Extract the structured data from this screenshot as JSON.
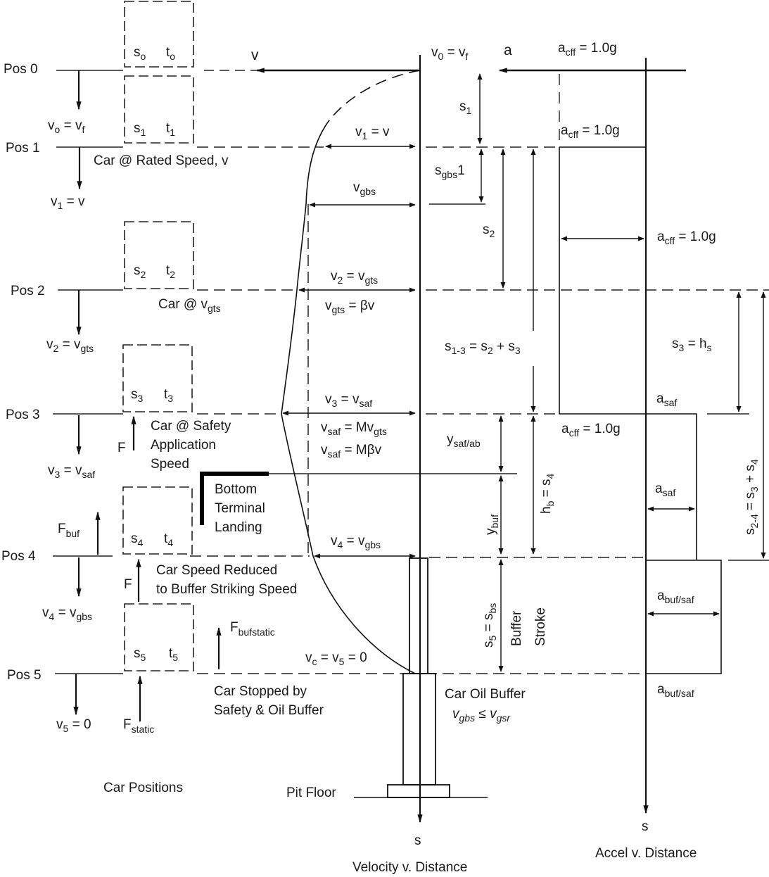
{
  "positions": [
    {
      "label": "Pos 0"
    },
    {
      "label": "Pos 1"
    },
    {
      "label": "Pos 2"
    },
    {
      "label": "Pos 3"
    },
    {
      "label": "Pos 4"
    },
    {
      "label": "Pos 5"
    }
  ],
  "car_boxes": [
    {
      "s": "s",
      "s_sub": "o",
      "t": "t",
      "t_sub": "o"
    },
    {
      "s": "s",
      "s_sub": "1",
      "t": "t",
      "t_sub": "1"
    },
    {
      "s": "s",
      "s_sub": "2",
      "t": "t",
      "t_sub": "2"
    },
    {
      "s": "s",
      "s_sub": "3",
      "t": "t",
      "t_sub": "3"
    },
    {
      "s": "s",
      "s_sub": "4",
      "t": "t",
      "t_sub": "4"
    },
    {
      "s": "s",
      "s_sub": "5",
      "t": "t",
      "t_sub": "5"
    }
  ],
  "left_velocities": [
    {
      "a": "v",
      "a_sub": "o",
      "mid": " = v",
      "b_sub": "f"
    },
    {
      "a": "v",
      "a_sub": "1",
      "mid": " = v",
      "b_sub": ""
    },
    {
      "a": "v",
      "a_sub": "2",
      "mid": " = v",
      "b_sub": "gts"
    },
    {
      "a": "v",
      "a_sub": "3",
      "mid": " = v",
      "b_sub": "saf"
    },
    {
      "a": "v",
      "a_sub": "4",
      "mid": " = v",
      "b_sub": "gbs"
    },
    {
      "a": "v",
      "a_sub": "5",
      "mid": " = 0",
      "b_sub": ""
    }
  ],
  "left_notes": {
    "rated_speed": "Car @ Rated Speed, v",
    "car_at": "Car @ v",
    "car_at_sub": "gts",
    "safety_app": [
      "Car @ Safety",
      "Application",
      "Speed"
    ],
    "bottom_terminal": [
      "Bottom",
      "Terminal",
      "Landing"
    ],
    "speed_reduced": [
      "Car Speed Reduced",
      "to Buffer Striking Speed"
    ],
    "stopped": [
      "Car Stopped by",
      "Safety & Oil Buffer"
    ],
    "car_positions": "Car Positions"
  },
  "forces": {
    "f": "F",
    "fbuf": "F",
    "fbuf_sub": "buf",
    "fbufstatic": "F",
    "fbufstatic_sub": "bufstatic",
    "fstatic": "F",
    "fstatic_sub": "static"
  },
  "velocity_plot": {
    "v_axis": "v",
    "a_axis": "a",
    "v0": {
      "a": "v",
      "a_sub": "0",
      "mid": " = v",
      "b_sub": "f"
    },
    "v1": {
      "a": "v",
      "a_sub": "1",
      "mid": " = v",
      "b_sub": ""
    },
    "vgbs": {
      "a": "v",
      "a_sub": "gbs"
    },
    "v2": {
      "a": "v",
      "a_sub": "2",
      "mid": " = v",
      "b_sub": "gts"
    },
    "vgts": {
      "a": "v",
      "a_sub": "gts",
      "mid": " = βv"
    },
    "v3": {
      "a": "v",
      "a_sub": "3",
      "mid": " = v",
      "b_sub": "saf"
    },
    "vsaf1": {
      "a": "v",
      "a_sub": "saf",
      "mid": " = Mv",
      "b_sub": "gts"
    },
    "vsaf2": {
      "a": "v",
      "a_sub": "saf",
      "mid": " = Mβv"
    },
    "v4": {
      "a": "v",
      "a_sub": "4",
      "mid": " = v",
      "b_sub": "gbs"
    },
    "vc": {
      "a": "v",
      "a_sub": "c",
      "mid": " = v",
      "b_sub": "5",
      "tail": " = 0"
    },
    "s_axis": "s",
    "title": "Velocity v. Distance",
    "pit_floor": "Pit Floor",
    "oil_buffer": "Car Oil Buffer",
    "vgbs_le_vgsr": {
      "a": "v",
      "a_sub": "gbs",
      "mid": " ≤ v",
      "b_sub": "gsr"
    },
    "buffer": "Buffer",
    "stroke": "Stroke"
  },
  "distances": {
    "s1": {
      "a": "s",
      "a_sub": "1"
    },
    "sgbs1": {
      "a": "s",
      "a_sub": "gbs",
      "tail": "1"
    },
    "s2": {
      "a": "s",
      "a_sub": "2"
    },
    "s13": {
      "a": "s",
      "a_sub": "1-3",
      "mid": " = s",
      "b_sub": "2",
      "tail": " + s",
      "c_sub": "3"
    },
    "ysafab": {
      "a": "y",
      "a_sub": "saf/ab"
    },
    "ybuf": {
      "a": "y",
      "a_sub": "buf"
    },
    "hb": {
      "a": "h",
      "a_sub": "b",
      "mid": " = s",
      "b_sub": "4"
    },
    "s5": {
      "a": "s",
      "a_sub": "5",
      "mid": " = s",
      "b_sub": "bs"
    },
    "s3hs": {
      "a": "s",
      "a_sub": "3",
      "mid": " = h",
      "b_sub": "s"
    },
    "s24": {
      "a": "s",
      "a_sub": "2-4",
      "mid": " = s",
      "b_sub": "3",
      "tail": " + s",
      "c_sub": "4"
    }
  },
  "accel_plot": {
    "acff_top": {
      "a": "a",
      "a_sub": "cff",
      "mid": " = 1.0g"
    },
    "acff_1": {
      "a": "a",
      "a_sub": "cff",
      "mid": " = 1.0g"
    },
    "acff_mid": {
      "a": "a",
      "a_sub": "cff",
      "mid": " = 1.0g"
    },
    "asaf_top": {
      "a": "a",
      "a_sub": "saf"
    },
    "acff_3": {
      "a": "a",
      "a_sub": "cff",
      "mid": " = 1.0g"
    },
    "asaf_mid": {
      "a": "a",
      "a_sub": "saf"
    },
    "abuf_top": {
      "a": "a",
      "a_sub": "buf/saf"
    },
    "abuf_bot": {
      "a": "a",
      "a_sub": "buf/saf"
    },
    "s_axis": "s",
    "title": "Accel v. Distance"
  }
}
